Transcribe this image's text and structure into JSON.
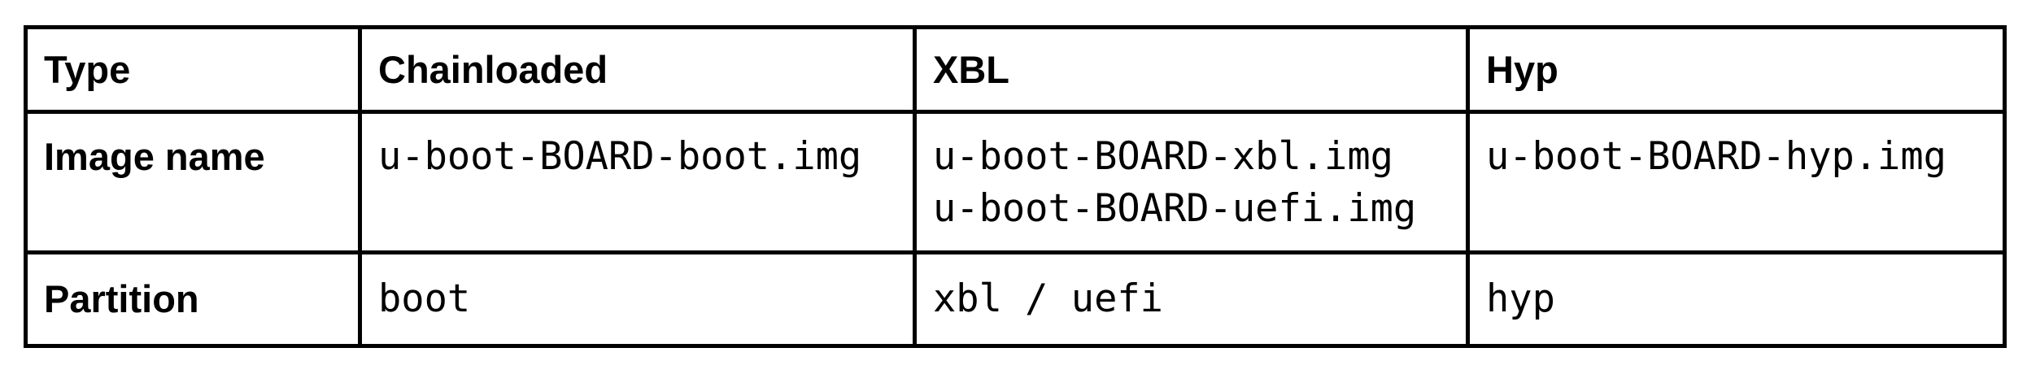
{
  "colors": {
    "text": "#000000",
    "border": "#000000",
    "background": "#ffffff"
  },
  "table": {
    "headers": {
      "type": "Type",
      "chainloaded": "Chainloaded",
      "xbl": "XBL",
      "hyp": "Hyp"
    },
    "image_name_row": {
      "label": "Image name",
      "chainloaded": "u-boot-BOARD-boot.img",
      "xbl_line1": "u-boot-BOARD-xbl.img",
      "xbl_line2": "u-boot-BOARD-uefi.img",
      "hyp": "u-boot-BOARD-hyp.img"
    },
    "partition_row": {
      "label": "Partition",
      "chainloaded": "boot",
      "xbl": "xbl / uefi",
      "hyp": "hyp"
    }
  }
}
